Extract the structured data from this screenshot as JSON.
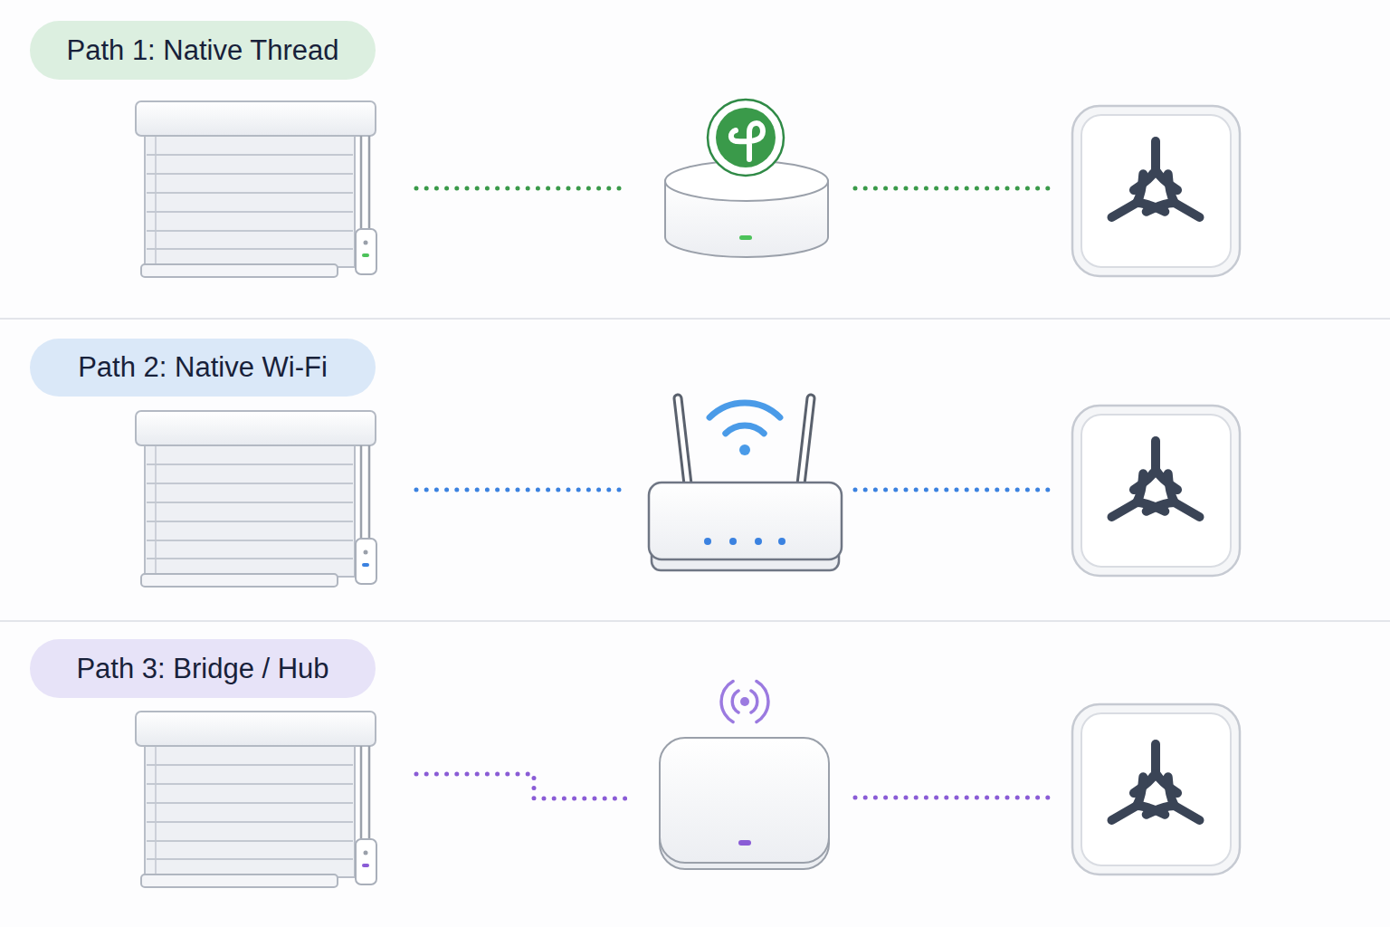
{
  "diagram": {
    "nodes": [
      {
        "text": [
          "Path 1: Native Thread"
        ]
      },
      {
        "text": [
          "Path 2: Native Wi-Fi"
        ]
      },
      {
        "text": [
          "Path 3: Bridge / Hub"
        ]
      }
    ]
  }
}
